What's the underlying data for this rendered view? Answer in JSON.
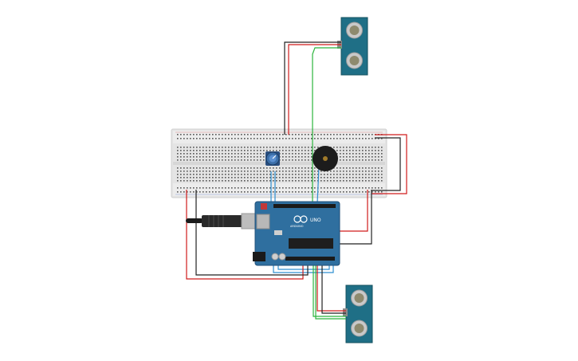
{
  "canvas": {
    "background": "#ffffff"
  },
  "arduino": {
    "model_label": "UNO",
    "brand_label": "ARDUINO",
    "board_color": "#2f6f9f",
    "board_edge": "#1f4f78"
  },
  "colors": {
    "wire_red": "#d01c1c",
    "wire_black": "#222222",
    "wire_green": "#2bb43c",
    "wire_blue": "#2f8fd0",
    "breadboard": "#e4e4e4",
    "sensor_board": "#1f6f86",
    "buzzer": "#1c1c1c",
    "pot": "#3b6ea8"
  },
  "components": [
    {
      "id": "ultrasonic-top",
      "kind": "ultrasonic-sensor"
    },
    {
      "id": "ultrasonic-bottom",
      "kind": "ultrasonic-sensor"
    },
    {
      "id": "breadboard",
      "kind": "breadboard"
    },
    {
      "id": "potentiometer",
      "kind": "potentiometer"
    },
    {
      "id": "piezo-buzzer",
      "kind": "buzzer"
    },
    {
      "id": "arduino-uno",
      "kind": "microcontroller"
    }
  ]
}
